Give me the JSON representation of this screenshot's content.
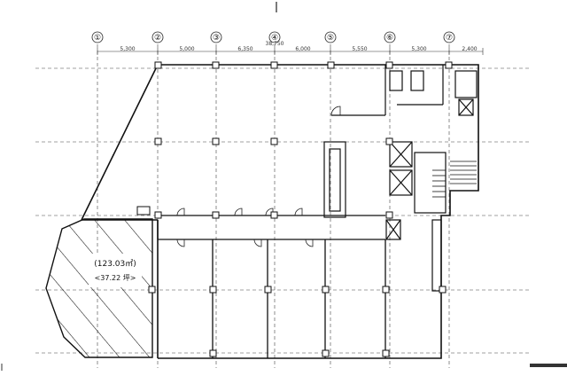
{
  "grid_axes": [
    {
      "label": "①"
    },
    {
      "label": "②"
    },
    {
      "label": "③"
    },
    {
      "label": "④"
    },
    {
      "label": "⑤"
    },
    {
      "label": "⑥"
    },
    {
      "label": "⑦"
    }
  ],
  "overall_dimension": "38,750",
  "bay_dimensions": [
    "5,300",
    "5,000",
    "6,350",
    "6,000",
    "5,550",
    "5,300"
  ],
  "end_dimension": "2,400",
  "highlighted_area": {
    "area": "(123.03㎡)",
    "tsubo": "<37.22 坪>"
  }
}
